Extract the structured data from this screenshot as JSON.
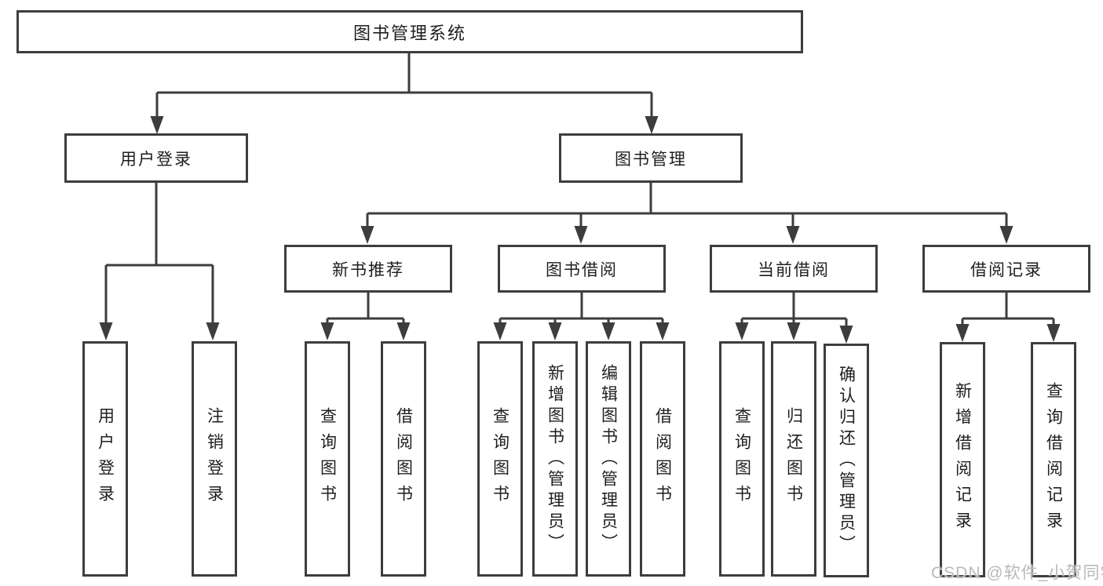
{
  "diagram": {
    "root": "图书管理系统",
    "branches": [
      {
        "label": "用户登录",
        "children": [
          "用户登录",
          "注销登录"
        ]
      },
      {
        "label": "图书管理",
        "groups": [
          {
            "label": "新书推荐",
            "children": [
              "查询图书",
              "借阅图书"
            ]
          },
          {
            "label": "图书借阅",
            "children": [
              "查询图书",
              "新增图书（管理员）",
              "编辑图书（管理员）",
              "借阅图书"
            ]
          },
          {
            "label": "当前借阅",
            "children": [
              "查询图书",
              "归还图书",
              "确认归还（管理员）"
            ]
          },
          {
            "label": "借阅记录",
            "children": [
              "新增借阅记录",
              "查询借阅记录"
            ]
          }
        ]
      }
    ]
  },
  "watermark": "CSDN @软件_小贺同学",
  "colors": {
    "line": "#3d3d3d",
    "text": "#1e1e1e",
    "watermark": "#b9b9b9",
    "background": "#ffffff"
  }
}
